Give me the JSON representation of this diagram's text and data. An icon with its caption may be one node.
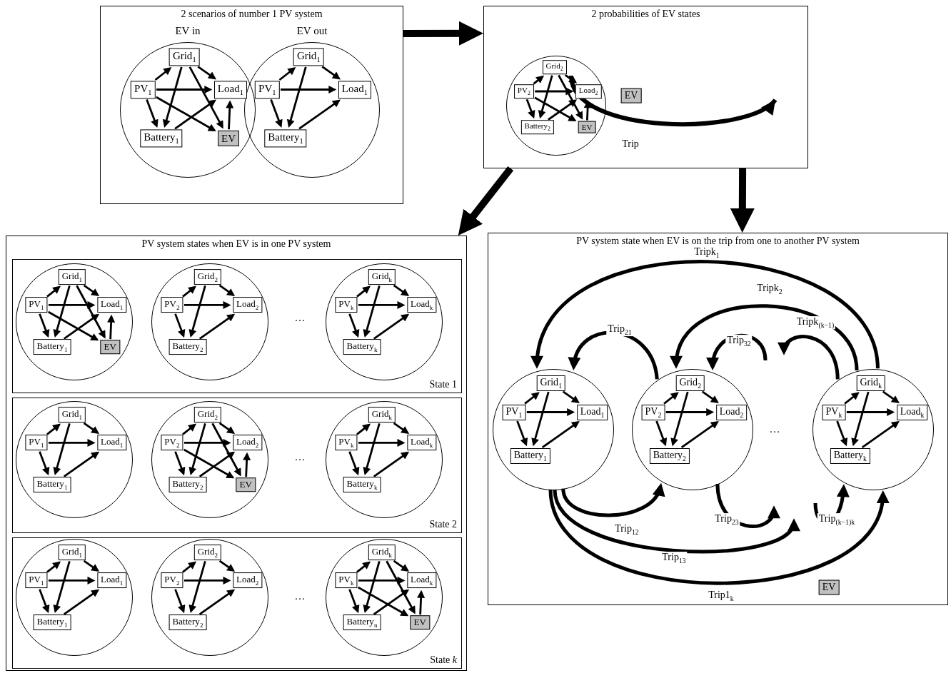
{
  "diagram": {
    "nodes": [
      {
        "text": [
          "2 scenarios of number 1 PV system"
        ]
      },
      {
        "text": [
          "EV in"
        ],
        "in": 0
      },
      {
        "text": [
          "Grid$_{1}$"
        ],
        "in": 1
      },
      {
        "text": [
          "PV$_{1}$"
        ],
        "in": 1
      },
      {
        "text": [
          "Load$_{1}$"
        ],
        "in": 1
      },
      {
        "text": [
          "Battery$_{1}$"
        ],
        "in": 1
      },
      {
        "text": [
          "EV"
        ],
        "in": 1
      },
      {
        "text": [
          "EV out"
        ],
        "in": 0
      },
      {
        "text": [
          "Grid$_{1}$"
        ],
        "in": 7
      },
      {
        "text": [
          "PV$_{1}$"
        ],
        "in": 7
      },
      {
        "text": [
          "Load$_{1}$"
        ],
        "in": 7
      },
      {
        "text": [
          "Battery$_{1}$"
        ],
        "in": 7
      },
      {
        "text": [
          "2 probabilities of EV states"
        ]
      },
      {
        "text": [],
        "shape": "circle",
        "in": 12
      },
      {
        "text": [
          "Grid$_{2}$"
        ],
        "in": 13
      },
      {
        "text": [
          "PV$_{2}$"
        ],
        "in": 13
      },
      {
        "text": [
          "Load$_{2}$"
        ],
        "in": 13
      },
      {
        "text": [
          "Battery$_{2}$"
        ],
        "in": 13
      },
      {
        "text": [
          "EV"
        ],
        "in": 13
      },
      {
        "text": [
          "EV"
        ],
        "in": 12,
        "beside": [
          "Trip"
        ]
      },
      {
        "text": [
          "PV system states when EV is in one PV system"
        ]
      },
      {
        "text": [
          "State 1"
        ],
        "in": 20
      },
      {
        "text": [],
        "shape": "circle",
        "in": 21
      },
      {
        "text": [
          "Grid$_{1}$"
        ],
        "in": 22
      },
      {
        "text": [
          "PV$_{1}$"
        ],
        "in": 22
      },
      {
        "text": [
          "Load$_{1}$"
        ],
        "in": 22
      },
      {
        "text": [
          "Battery$_{1}$"
        ],
        "in": 22
      },
      {
        "text": [
          "EV"
        ],
        "in": 22
      },
      {
        "text": [],
        "shape": "circle",
        "in": 21
      },
      {
        "text": [
          "Grid$_{2}$"
        ],
        "in": 28
      },
      {
        "text": [
          "PV$_{2}$"
        ],
        "in": 28
      },
      {
        "text": [
          "Load$_{2}$"
        ],
        "in": 28
      },
      {
        "text": [
          "Battery$_{2}$"
        ],
        "in": 28
      },
      {
        "text": [],
        "shape": "circle",
        "in": 21
      },
      {
        "text": [
          "Grid$_{k}$"
        ],
        "in": 33
      },
      {
        "text": [
          "PV$_{k}$"
        ],
        "in": 33
      },
      {
        "text": [
          "Load$_{k}$"
        ],
        "in": 33
      },
      {
        "text": [
          "Battery$_{k}$"
        ],
        "in": 33
      },
      {
        "text": [
          "State 2"
        ],
        "in": 20
      },
      {
        "text": [],
        "shape": "circle",
        "in": 38
      },
      {
        "text": [
          "Grid$_{1}$"
        ],
        "in": 39
      },
      {
        "text": [
          "PV$_{1}$"
        ],
        "in": 39
      },
      {
        "text": [
          "Load$_{1}$"
        ],
        "in": 39
      },
      {
        "text": [
          "Battery$_{1}$"
        ],
        "in": 39
      },
      {
        "text": [],
        "shape": "circle",
        "in": 38
      },
      {
        "text": [
          "Grid$_{2}$"
        ],
        "in": 44
      },
      {
        "text": [
          "PV$_{2}$"
        ],
        "in": 44
      },
      {
        "text": [
          "Load$_{2}$"
        ],
        "in": 44
      },
      {
        "text": [
          "Battery$_{2}$"
        ],
        "in": 44
      },
      {
        "text": [
          "EV"
        ],
        "in": 44
      },
      {
        "text": [],
        "shape": "circle",
        "in": 38
      },
      {
        "text": [
          "Grid$_{k}$"
        ],
        "in": 50
      },
      {
        "text": [
          "PV$_{k}$"
        ],
        "in": 50
      },
      {
        "text": [
          "Load$_{k}$"
        ],
        "in": 50
      },
      {
        "text": [
          "Battery$_{k}$"
        ],
        "in": 50
      },
      {
        "text": [
          "State *k*"
        ],
        "in": 20
      },
      {
        "text": [],
        "shape": "circle",
        "in": 55
      },
      {
        "text": [
          "Grid$_{1}$"
        ],
        "in": 56
      },
      {
        "text": [
          "PV$_{1}$"
        ],
        "in": 56
      },
      {
        "text": [
          "Load$_{1}$"
        ],
        "in": 56
      },
      {
        "text": [
          "Battery$_{1}$"
        ],
        "in": 56
      },
      {
        "text": [],
        "shape": "circle",
        "in": 55
      },
      {
        "text": [
          "Grid$_{2}$"
        ],
        "in": 61
      },
      {
        "text": [
          "PV$_{2}$"
        ],
        "in": 61
      },
      {
        "text": [
          "Load$_{2}$"
        ],
        "in": 61
      },
      {
        "text": [
          "Battery$_{2}$"
        ],
        "in": 61
      },
      {
        "text": [],
        "shape": "circle",
        "in": 55
      },
      {
        "text": [
          "Grid$_{k}$"
        ],
        "in": 66
      },
      {
        "text": [
          "PV$_{k}$"
        ],
        "in": 66
      },
      {
        "text": [
          "Load$_{k}$"
        ],
        "in": 66
      },
      {
        "text": [
          "Battery$_{n}$"
        ],
        "in": 66
      },
      {
        "text": [
          "EV"
        ],
        "in": 66
      },
      {
        "text": [
          "PV system state when EV is on the trip from one to another PV system"
        ]
      },
      {
        "text": [],
        "shape": "circle",
        "in": 72
      },
      {
        "text": [
          "Grid$_{1}$"
        ],
        "in": 73
      },
      {
        "text": [
          "PV$_{1}$"
        ],
        "in": 73
      },
      {
        "text": [
          "Load$_{1}$"
        ],
        "in": 73
      },
      {
        "text": [
          "Battery$_{1}$"
        ],
        "in": 73
      },
      {
        "text": [],
        "shape": "circle",
        "in": 72
      },
      {
        "text": [
          "Grid$_{2}$"
        ],
        "in": 78
      },
      {
        "text": [
          "PV$_{2}$"
        ],
        "in": 78
      },
      {
        "text": [
          "Load$_{2}$"
        ],
        "in": 78
      },
      {
        "text": [
          "Battery$_{2}$"
        ],
        "in": 78
      },
      {
        "text": [],
        "shape": "circle",
        "in": 72
      },
      {
        "text": [
          "Grid$_{k}$"
        ],
        "in": 83
      },
      {
        "text": [
          "PV$_{k}$"
        ],
        "in": 83
      },
      {
        "text": [
          "Load$_{k}$"
        ],
        "in": 83
      },
      {
        "text": [
          "Battery$_{k}$"
        ],
        "in": 83
      },
      {
        "text": [
          "EV"
        ],
        "in": 72
      }
    ],
    "edges": [
      {
        "from": 0,
        "to": 12,
        "arrow": "to",
        "style": "thick"
      },
      {
        "from": 12,
        "to": 20,
        "arrow": "to",
        "style": "thick"
      },
      {
        "from": 12,
        "to": 72,
        "arrow": "to",
        "style": "thick"
      },
      {
        "from": 3,
        "to": 2,
        "arrow": "to"
      },
      {
        "from": 2,
        "to": 4,
        "arrow": "to"
      },
      {
        "from": 3,
        "to": 4,
        "arrow": "to"
      },
      {
        "from": 3,
        "to": 5,
        "arrow": "to"
      },
      {
        "from": 2,
        "to": 5,
        "arrow": "to"
      },
      {
        "from": 5,
        "to": 4,
        "arrow": "to"
      },
      {
        "from": 3,
        "to": 6,
        "arrow": "to"
      },
      {
        "from": 2,
        "to": 6,
        "arrow": "to"
      },
      {
        "from": 6,
        "to": 4,
        "arrow": "to"
      },
      {
        "from": 9,
        "to": 8,
        "arrow": "to"
      },
      {
        "from": 8,
        "to": 10,
        "arrow": "to"
      },
      {
        "from": 9,
        "to": 10,
        "arrow": "to"
      },
      {
        "from": 9,
        "to": 11,
        "arrow": "to"
      },
      {
        "from": 8,
        "to": 11,
        "arrow": "to"
      },
      {
        "from": 11,
        "to": 10,
        "arrow": "to"
      },
      {
        "from": 15,
        "to": 14,
        "arrow": "to"
      },
      {
        "from": 14,
        "to": 16,
        "arrow": "to"
      },
      {
        "from": 15,
        "to": 16,
        "arrow": "to"
      },
      {
        "from": 15,
        "to": 17,
        "arrow": "to"
      },
      {
        "from": 14,
        "to": 17,
        "arrow": "to"
      },
      {
        "from": 17,
        "to": 16,
        "arrow": "to"
      },
      {
        "from": 15,
        "to": 18,
        "arrow": "to"
      },
      {
        "from": 14,
        "to": 18,
        "arrow": "to"
      },
      {
        "from": 18,
        "to": 16,
        "arrow": "to"
      },
      {
        "from": 24,
        "to": 23,
        "arrow": "to"
      },
      {
        "from": 23,
        "to": 25,
        "arrow": "to"
      },
      {
        "from": 24,
        "to": 25,
        "arrow": "to"
      },
      {
        "from": 24,
        "to": 26,
        "arrow": "to"
      },
      {
        "from": 23,
        "to": 26,
        "arrow": "to"
      },
      {
        "from": 26,
        "to": 25,
        "arrow": "to"
      },
      {
        "from": 24,
        "to": 27,
        "arrow": "to"
      },
      {
        "from": 23,
        "to": 27,
        "arrow": "to"
      },
      {
        "from": 27,
        "to": 25,
        "arrow": "to"
      },
      {
        "from": 30,
        "to": 29,
        "arrow": "to"
      },
      {
        "from": 29,
        "to": 31,
        "arrow": "to"
      },
      {
        "from": 30,
        "to": 31,
        "arrow": "to"
      },
      {
        "from": 30,
        "to": 32,
        "arrow": "to"
      },
      {
        "from": 29,
        "to": 32,
        "arrow": "to"
      },
      {
        "from": 32,
        "to": 31,
        "arrow": "to"
      },
      {
        "from": 35,
        "to": 34,
        "arrow": "to"
      },
      {
        "from": 34,
        "to": 36,
        "arrow": "to"
      },
      {
        "from": 35,
        "to": 36,
        "arrow": "to"
      },
      {
        "from": 35,
        "to": 37,
        "arrow": "to"
      },
      {
        "from": 34,
        "to": 37,
        "arrow": "to"
      },
      {
        "from": 37,
        "to": 36,
        "arrow": "to"
      },
      {
        "from": 41,
        "to": 40,
        "arrow": "to"
      },
      {
        "from": 40,
        "to": 42,
        "arrow": "to"
      },
      {
        "from": 41,
        "to": 42,
        "arrow": "to"
      },
      {
        "from": 41,
        "to": 43,
        "arrow": "to"
      },
      {
        "from": 40,
        "to": 43,
        "arrow": "to"
      },
      {
        "from": 43,
        "to": 42,
        "arrow": "to"
      },
      {
        "from": 46,
        "to": 45,
        "arrow": "to"
      },
      {
        "from": 45,
        "to": 47,
        "arrow": "to"
      },
      {
        "from": 46,
        "to": 47,
        "arrow": "to"
      },
      {
        "from": 46,
        "to": 48,
        "arrow": "to"
      },
      {
        "from": 45,
        "to": 48,
        "arrow": "to"
      },
      {
        "from": 48,
        "to": 47,
        "arrow": "to"
      },
      {
        "from": 46,
        "to": 49,
        "arrow": "to"
      },
      {
        "from": 45,
        "to": 49,
        "arrow": "to"
      },
      {
        "from": 49,
        "to": 47,
        "arrow": "to"
      },
      {
        "from": 52,
        "to": 51,
        "arrow": "to"
      },
      {
        "from": 51,
        "to": 53,
        "arrow": "to"
      },
      {
        "from": 52,
        "to": 53,
        "arrow": "to"
      },
      {
        "from": 52,
        "to": 54,
        "arrow": "to"
      },
      {
        "from": 51,
        "to": 54,
        "arrow": "to"
      },
      {
        "from": 54,
        "to": 53,
        "arrow": "to"
      },
      {
        "from": 58,
        "to": 57,
        "arrow": "to"
      },
      {
        "from": 57,
        "to": 59,
        "arrow": "to"
      },
      {
        "from": 58,
        "to": 59,
        "arrow": "to"
      },
      {
        "from": 58,
        "to": 60,
        "arrow": "to"
      },
      {
        "from": 57,
        "to": 60,
        "arrow": "to"
      },
      {
        "from": 60,
        "to": 59,
        "arrow": "to"
      },
      {
        "from": 63,
        "to": 62,
        "arrow": "to"
      },
      {
        "from": 62,
        "to": 64,
        "arrow": "to"
      },
      {
        "from": 63,
        "to": 64,
        "arrow": "to"
      },
      {
        "from": 63,
        "to": 65,
        "arrow": "to"
      },
      {
        "from": 62,
        "to": 65,
        "arrow": "to"
      },
      {
        "from": 65,
        "to": 64,
        "arrow": "to"
      },
      {
        "from": 68,
        "to": 67,
        "arrow": "to"
      },
      {
        "from": 67,
        "to": 69,
        "arrow": "to"
      },
      {
        "from": 68,
        "to": 69,
        "arrow": "to"
      },
      {
        "from": 68,
        "to": 70,
        "arrow": "to"
      },
      {
        "from": 67,
        "to": 70,
        "arrow": "to"
      },
      {
        "from": 70,
        "to": 69,
        "arrow": "to"
      },
      {
        "from": 68,
        "to": 71,
        "arrow": "to"
      },
      {
        "from": 67,
        "to": 71,
        "arrow": "to"
      },
      {
        "from": 71,
        "to": 69,
        "arrow": "to"
      },
      {
        "from": 75,
        "to": 74,
        "arrow": "to"
      },
      {
        "from": 74,
        "to": 76,
        "arrow": "to"
      },
      {
        "from": 75,
        "to": 76,
        "arrow": "to"
      },
      {
        "from": 75,
        "to": 77,
        "arrow": "to"
      },
      {
        "from": 74,
        "to": 77,
        "arrow": "to"
      },
      {
        "from": 77,
        "to": 76,
        "arrow": "to"
      },
      {
        "from": 80,
        "to": 79,
        "arrow": "to"
      },
      {
        "from": 79,
        "to": 81,
        "arrow": "to"
      },
      {
        "from": 80,
        "to": 81,
        "arrow": "to"
      },
      {
        "from": 80,
        "to": 82,
        "arrow": "to"
      },
      {
        "from": 79,
        "to": 82,
        "arrow": "to"
      },
      {
        "from": 82,
        "to": 81,
        "arrow": "to"
      },
      {
        "from": 85,
        "to": 84,
        "arrow": "to"
      },
      {
        "from": 84,
        "to": 86,
        "arrow": "to"
      },
      {
        "from": 85,
        "to": 86,
        "arrow": "to"
      },
      {
        "from": 85,
        "to": 87,
        "arrow": "to"
      },
      {
        "from": 84,
        "to": 87,
        "arrow": "to"
      },
      {
        "from": 87,
        "to": 86,
        "arrow": "to"
      },
      {
        "from": 83,
        "to": 73,
        "arrow": "to",
        "label": "Tripk$_{1}$"
      },
      {
        "from": 78,
        "to": 73,
        "arrow": "to",
        "label": "Trip$_{21}$"
      },
      {
        "from": 83,
        "to": 78,
        "arrow": "to",
        "label": "Tripk$_{2}$"
      },
      {
        "from": null,
        "to": 78,
        "arrow": "to",
        "label": "Trip$_{32}$"
      },
      {
        "from": 83,
        "to": null,
        "arrow": "to",
        "label": "Tripk$_{(k−1)}$"
      },
      {
        "from": 73,
        "to": 78,
        "arrow": "to",
        "label": "Trip$_{12}$"
      },
      {
        "from": 78,
        "to": null,
        "arrow": "to",
        "label": "Trip$_{23}$"
      },
      {
        "from": 73,
        "to": null,
        "arrow": "to",
        "label": "Trip$_{13}$"
      },
      {
        "from": null,
        "to": 83,
        "arrow": "to",
        "label": "Trip$_{(k−1)k}$"
      },
      {
        "from": 73,
        "to": 83,
        "arrow": "to",
        "label": "Trip1$_{k}$"
      }
    ],
    "labels": [
      "…",
      "…",
      "…",
      "…"
    ]
  }
}
